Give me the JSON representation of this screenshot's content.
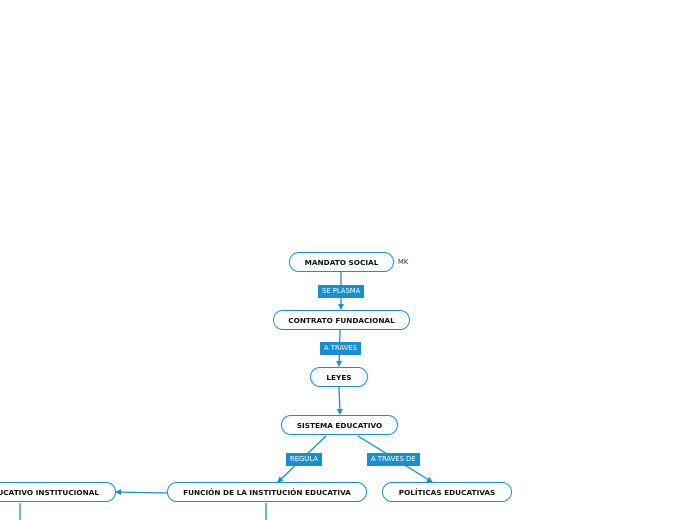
{
  "nodes": {
    "mandato": "MANDATO SOCIAL",
    "contrato": "CONTRATO FUNDACIONAL",
    "leyes": "LEYES",
    "sistema": "SISTEMA EDUCATIVO",
    "funcion": "FUNCIÓN DE LA INSTITUCIÓN EDUCATIVA",
    "politicas": "POLÍTICAS EDUCATIVAS",
    "proyecto": "UCATIVO INSTITUCIONAL"
  },
  "annotation": "MK",
  "links": {
    "se_plasma": "SE PLASMA",
    "a_traves": "A TRAVES",
    "regula": "REGULA",
    "a_traves_de": "A TRAVES DE"
  },
  "colors": {
    "accent": "#1a8fd0"
  }
}
